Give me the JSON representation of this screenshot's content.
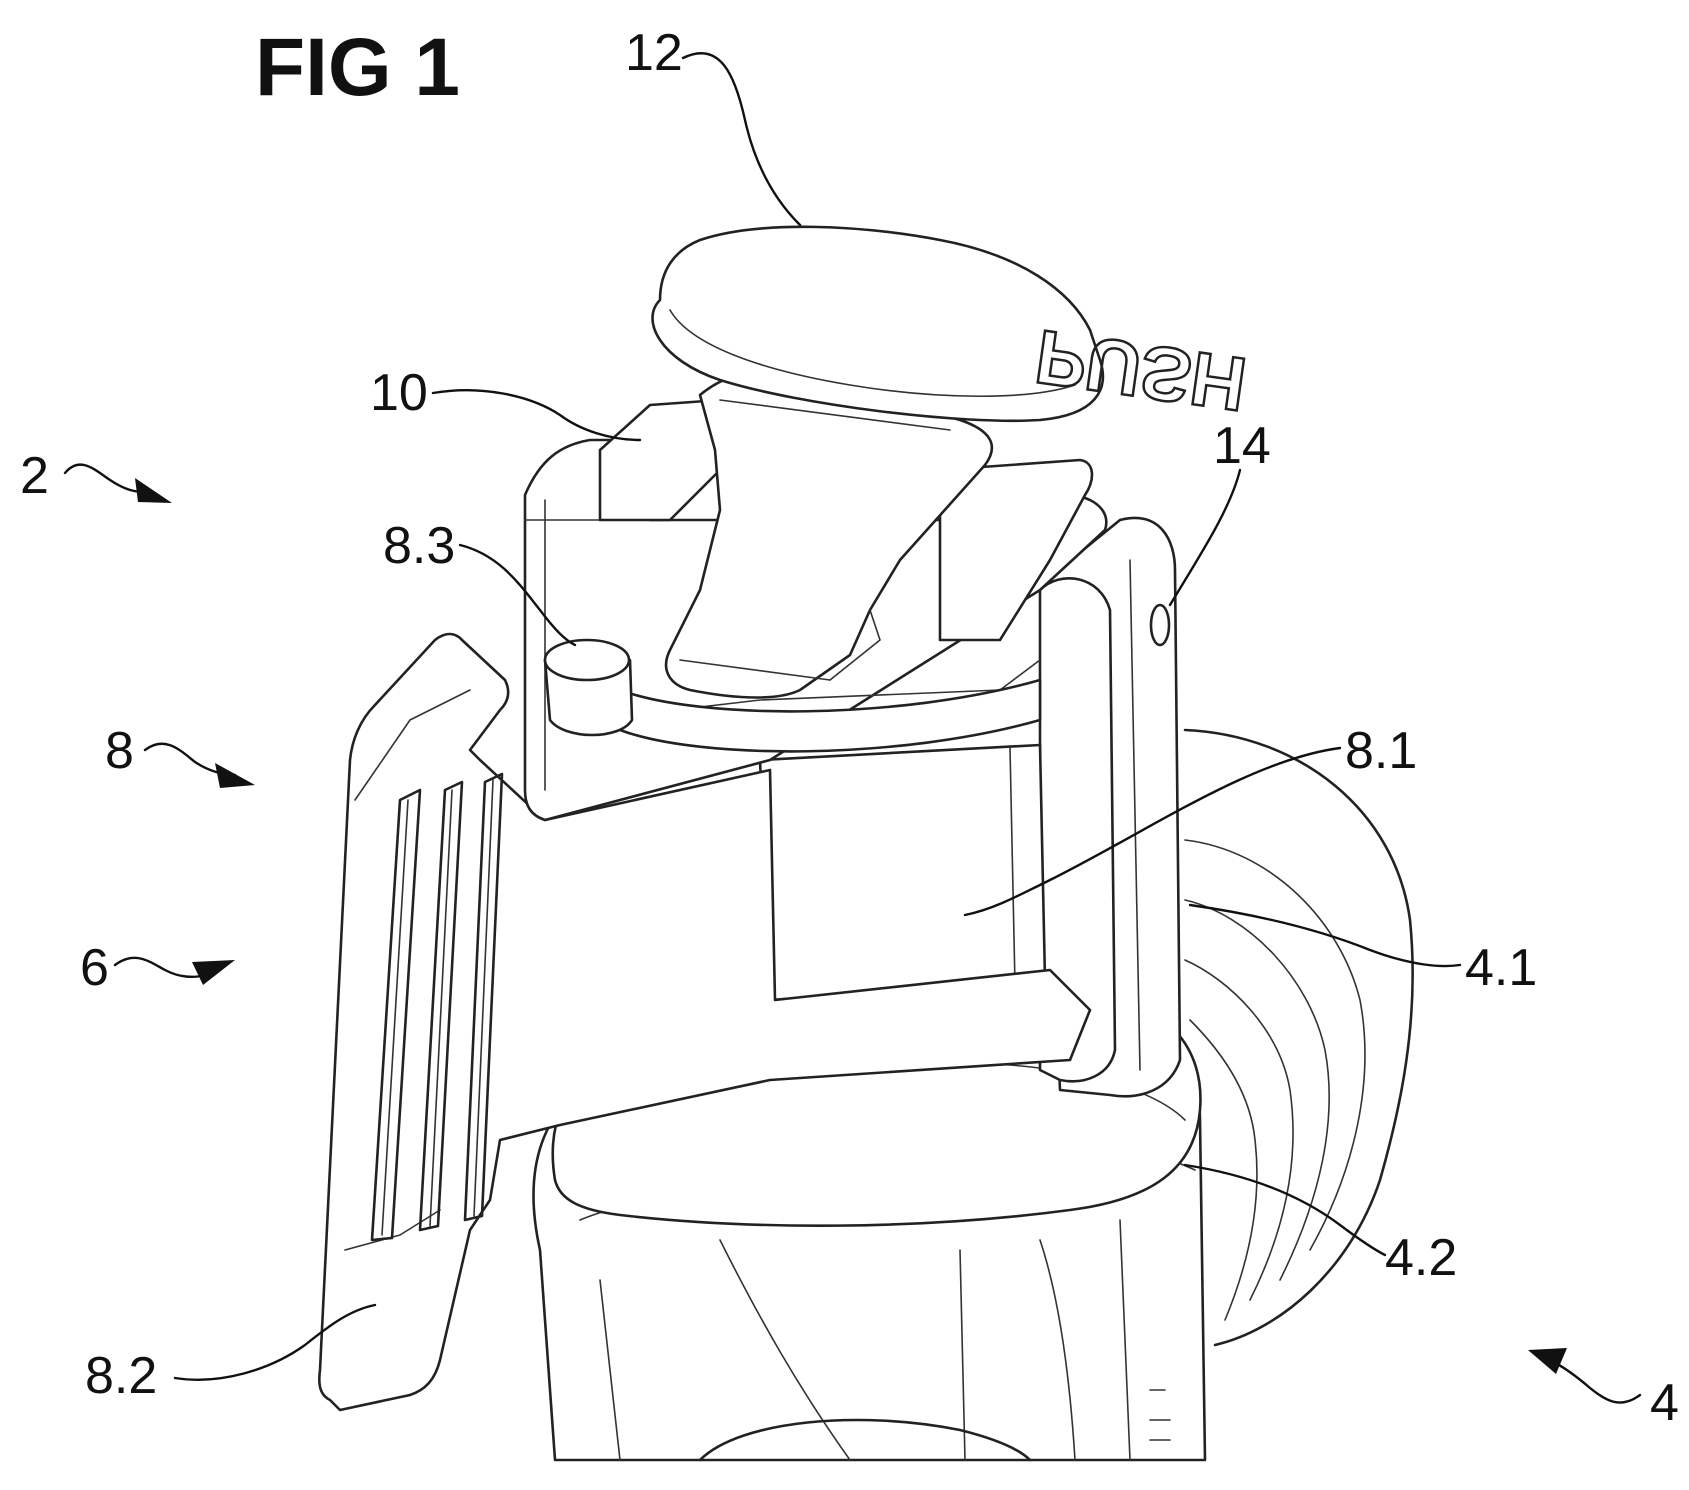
{
  "figure": {
    "title": "FIG 1",
    "button_text": "PUSH",
    "labels": {
      "ref_2": "2",
      "ref_4": "4",
      "ref_4_1": "4.1",
      "ref_4_2": "4.2",
      "ref_6": "6",
      "ref_8": "8",
      "ref_8_1": "8.1",
      "ref_8_2": "8.2",
      "ref_8_3": "8.3",
      "ref_10": "10",
      "ref_12": "12",
      "ref_14": "14"
    }
  }
}
